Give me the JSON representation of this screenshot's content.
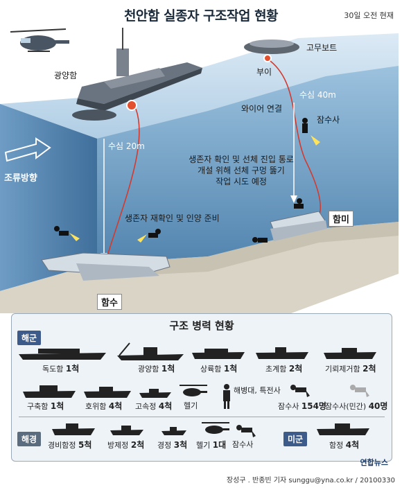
{
  "title": "천안함 실종자 구조작업 현황",
  "timestamp": "30일 오전 현재",
  "scene": {
    "gwangyang": "광양함",
    "rubber_boat": "고무보트",
    "buoy": "부이",
    "depth_40": "수심 40m",
    "wire": "와이어 연결",
    "diver": "잠수사",
    "depth_20": "수심 20m",
    "current": "조류방향",
    "stern_plan": [
      "생존자 확인 및 선체 진입 통로",
      "개설 위해 선체 구멍 뚫기",
      "작업 시도 예정"
    ],
    "stern": "함미",
    "bow_plan": "생존자 재확인 및 인양 준비",
    "bow": "함수"
  },
  "panel": {
    "title": "구조 병력 현황",
    "navy_tag": "해군",
    "coast_tag": "해경",
    "us_tag": "미군",
    "navy_row1": [
      {
        "name": "독도함",
        "count": "1척"
      },
      {
        "name": "광양함",
        "count": "1척"
      },
      {
        "name": "상륙함",
        "count": "1척"
      },
      {
        "name": "초계함",
        "count": "2척"
      },
      {
        "name": "기뢰제거함",
        "count": "2척"
      }
    ],
    "navy_row2": [
      {
        "name": "구축함",
        "count": "1척"
      },
      {
        "name": "호위함",
        "count": "4척"
      },
      {
        "name": "고속정",
        "count": "4척"
      },
      {
        "name": "헬기",
        "count": ""
      },
      {
        "name": "해병대, 특전사",
        "count": ""
      },
      {
        "name": "잠수사",
        "count": "154명"
      },
      {
        "name": "잠수사(민간)",
        "count": "40명"
      }
    ],
    "coast_row": [
      {
        "name": "경비함정",
        "count": "5척"
      },
      {
        "name": "방제정",
        "count": "2척"
      },
      {
        "name": "경정",
        "count": "3척"
      },
      {
        "name": "헬기",
        "count": "1대"
      },
      {
        "name": "잠수사",
        "count": ""
      }
    ],
    "us_row": [
      {
        "name": "함정",
        "count": "4척"
      }
    ]
  },
  "logo": "연합뉴스",
  "credit": "장성구 . 반종빈 기자 sunggu@yna.co.kr / 20100330",
  "colors": {
    "sea": "#8fb8d6",
    "sea_dark": "#5e8fb7",
    "seabed": "#d9d4c6",
    "wire": "#d23a2f"
  }
}
